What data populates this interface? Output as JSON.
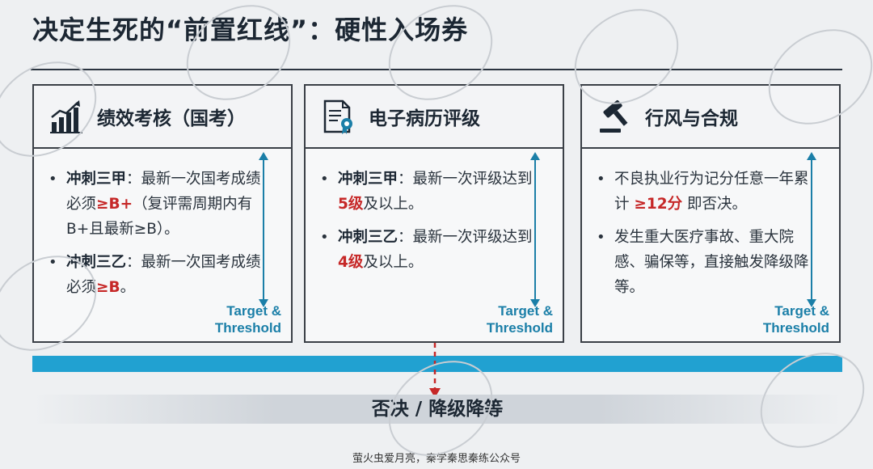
{
  "title": "决定生死的“前置红线”：硬性入场券",
  "target_label_1": "Target &",
  "target_label_2": "Threshold",
  "panels": [
    {
      "title": "绩效考核（国考）",
      "icon": "bar-chart-trend-icon",
      "items": [
        {
          "lead": "冲刺三甲",
          "text_a": "：最新一次国考成绩必须",
          "highlight": "≥B+",
          "text_b": "（复评需周期内有B+且最新≥B）。"
        },
        {
          "lead": "冲刺三乙",
          "text_a": "：最新一次国考成绩必须",
          "highlight": "≥B",
          "text_b": "。"
        }
      ]
    },
    {
      "title": "电子病历评级",
      "icon": "certificate-document-icon",
      "items": [
        {
          "lead": "冲刺三甲",
          "text_a": "：最新一次评级达到 ",
          "highlight": "5级",
          "text_b": "及以上。"
        },
        {
          "lead": "冲刺三乙",
          "text_a": "：最新一次评级达到 ",
          "highlight": "4级",
          "text_b": "及以上。"
        }
      ]
    },
    {
      "title": "行风与合规",
      "icon": "gavel-icon",
      "items": [
        {
          "lead": "",
          "text_a": "不良执业行为记分任意一年累计 ",
          "highlight": "≥12分",
          "text_b": " 即否决。"
        },
        {
          "lead": "",
          "text_a": "发生重大医疗事故、重大院感、骗保等，直接触发降级降等。",
          "highlight": "",
          "text_b": ""
        }
      ]
    }
  ],
  "veto_label": "否决 / 降级降等",
  "footer": "萤火虫爱月亮，秦学秦思秦练公众号",
  "watermark_text": "萤火虫爱月亮，秦学秦思秦练",
  "colors": {
    "accent_blue": "#21a1d1",
    "highlight_red": "#c62828",
    "label_blue": "#1b7fa8"
  }
}
